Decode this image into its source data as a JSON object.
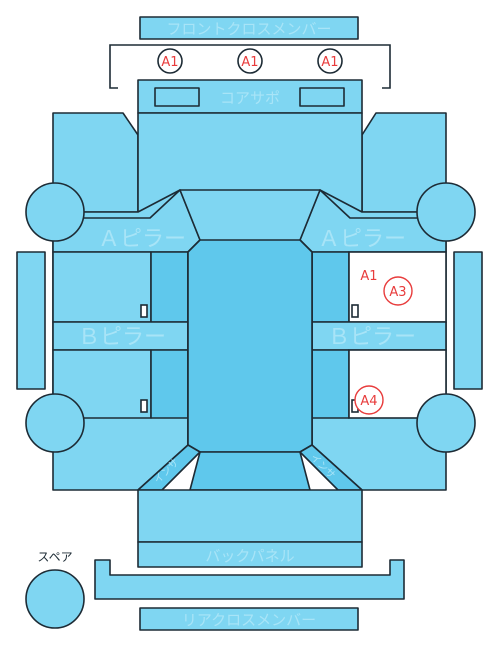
{
  "labels": {
    "front_cross_member": "フロントクロスメンバー",
    "core_support": "コアサポ",
    "a_pillar": "Ａピラー",
    "b_pillar": "Ｂピラー",
    "inside_left": "インサ",
    "inside_right": "インサ",
    "back_panel": "バックパネル",
    "rear_cross_member": "リアクロスメンバー",
    "spare": "スペア"
  },
  "markers": {
    "front_1": "A1",
    "front_2": "A1",
    "front_3": "A1",
    "right_front_door": "A1",
    "right_front_circle": "A3",
    "right_rear_circle": "A4"
  },
  "colors": {
    "panel": "#7fd6f2",
    "panel_dark": "#5fc8ec",
    "label": "#a8e4f7",
    "outline": "#1d2b35",
    "marker": "#e83c3c"
  }
}
